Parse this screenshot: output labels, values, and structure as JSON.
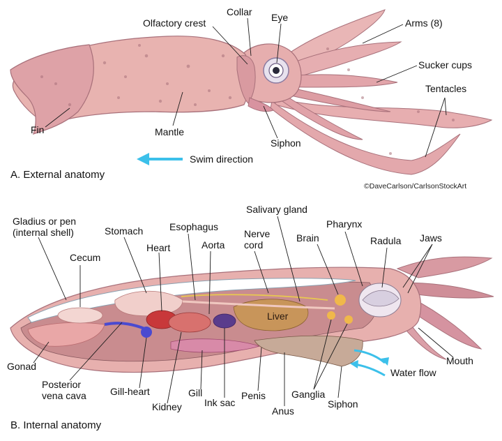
{
  "external": {
    "section_title": "A. External anatomy",
    "labels": {
      "olfactory_crest": "Olfactory crest",
      "collar": "Collar",
      "eye": "Eye",
      "arms": "Arms (8)",
      "sucker_cups": "Sucker cups",
      "tentacles": "Tentacles",
      "fin": "Fin",
      "mantle": "Mantle",
      "siphon": "Siphon",
      "swim_direction": "Swim direction"
    }
  },
  "copyright": "©DaveCarlson/CarlsonStockArt",
  "internal": {
    "section_title": "B. Internal anatomy",
    "labels": {
      "gladius_line1": "Gladius or pen",
      "gladius_line2": "(internal shell)",
      "stomach": "Stomach",
      "esophagus": "Esophagus",
      "salivary_gland": "Salivary gland",
      "pharynx": "Pharynx",
      "nerve_line1": "Nerve",
      "nerve_line2": "cord",
      "brain": "Brain",
      "radula": "Radula",
      "jaws": "Jaws",
      "cecum": "Cecum",
      "heart": "Heart",
      "aorta": "Aorta",
      "liver": "Liver",
      "gonad": "Gonad",
      "posterior_line1": "Posterior",
      "posterior_line2": "vena cava",
      "gill_heart": "Gill-heart",
      "gill": "Gill",
      "kidney": "Kidney",
      "ink_sac": "Ink sac",
      "penis": "Penis",
      "anus": "Anus",
      "ganglia": "Ganglia",
      "siphon": "Siphon",
      "water_flow": "Water flow",
      "mouth": "Mouth"
    }
  },
  "colors": {
    "skin": "#e8b3b0",
    "skin_dark": "#c98c8f",
    "spot": "#a8707a",
    "arrow": "#3cc0ea",
    "liver": "#c8955a",
    "heart": "#c8383a",
    "vein": "#4a4ad0",
    "ink": "#5a3c8c",
    "gonad": "#e9a7a7",
    "nerve": "#e8c850"
  }
}
